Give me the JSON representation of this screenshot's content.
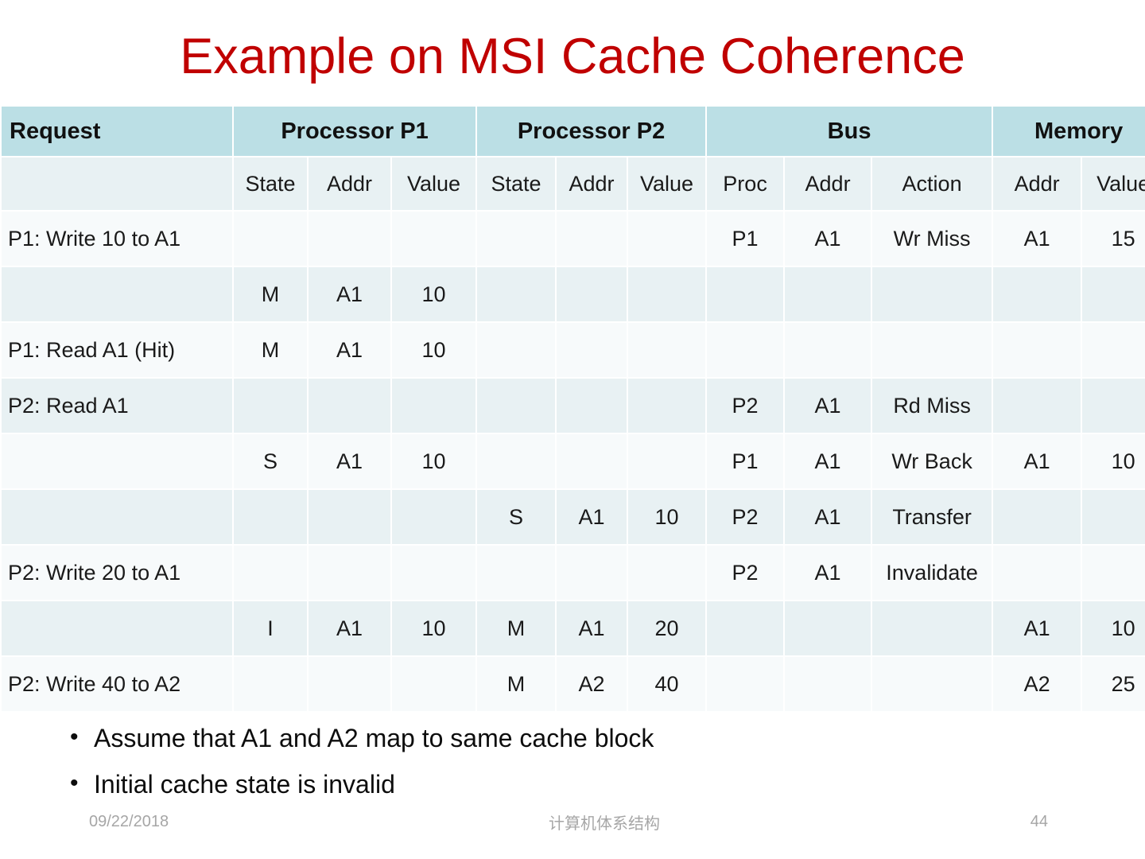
{
  "slide": {
    "title": "Example on MSI Cache Coherence"
  },
  "table": {
    "groups": [
      {
        "label": "Request",
        "span": 1
      },
      {
        "label": "Processor P1",
        "span": 3
      },
      {
        "label": "Processor P2",
        "span": 3
      },
      {
        "label": "Bus",
        "span": 3
      },
      {
        "label": "Memory",
        "span": 2
      }
    ],
    "subheaders": [
      "",
      "State",
      "Addr",
      "Value",
      "State",
      "Addr",
      "Value",
      "Proc",
      "Addr",
      "Action",
      "Addr",
      "Value"
    ],
    "rows": [
      {
        "shade": "plain",
        "cells": [
          "P1: Write 10 to A1",
          "",
          "",
          "",
          "",
          "",
          "",
          "P1",
          "A1",
          "Wr Miss",
          "A1",
          "15"
        ]
      },
      {
        "shade": "tint",
        "cells": [
          "",
          "M",
          "A1",
          "10",
          "",
          "",
          "",
          "",
          "",
          "",
          "",
          ""
        ]
      },
      {
        "shade": "plain",
        "cells": [
          "P1: Read A1 (Hit)",
          "M",
          "A1",
          "10",
          "",
          "",
          "",
          "",
          "",
          "",
          "",
          ""
        ]
      },
      {
        "shade": "tint",
        "cells": [
          "P2: Read A1",
          "",
          "",
          "",
          "",
          "",
          "",
          "P2",
          "A1",
          "Rd Miss",
          "",
          ""
        ]
      },
      {
        "shade": "plain",
        "cells": [
          "",
          "S",
          "A1",
          "10",
          "",
          "",
          "",
          "P1",
          "A1",
          "Wr Back",
          "A1",
          "10"
        ]
      },
      {
        "shade": "tint",
        "cells": [
          "",
          "",
          "",
          "",
          "S",
          "A1",
          "10",
          "P2",
          "A1",
          "Transfer",
          "",
          ""
        ]
      },
      {
        "shade": "plain",
        "cells": [
          "P2: Write 20 to A1",
          "",
          "",
          "",
          "",
          "",
          "",
          "P2",
          "A1",
          "Invalidate",
          "",
          ""
        ]
      },
      {
        "shade": "tint",
        "cells": [
          "",
          "I",
          "A1",
          "10",
          "M",
          "A1",
          "20",
          "",
          "",
          "",
          "A1",
          "10"
        ]
      },
      {
        "shade": "plain",
        "cells": [
          "P2: Write 40 to A2",
          "",
          "",
          "",
          "M",
          "A2",
          "40",
          "",
          "",
          "",
          "A2",
          "25"
        ]
      }
    ]
  },
  "bullets": [
    "Assume that A1 and A2 map to same cache block",
    "Initial cache state is invalid"
  ],
  "footer": {
    "date": "09/22/2018",
    "center": "计算机体系结构",
    "page": "44"
  },
  "colors": {
    "title": "#c00000",
    "header_bg": "#bbdfe5",
    "row_tint": "#e8f1f3",
    "row_plain": "#f7fafb",
    "footer_text": "#a6a6a6"
  }
}
